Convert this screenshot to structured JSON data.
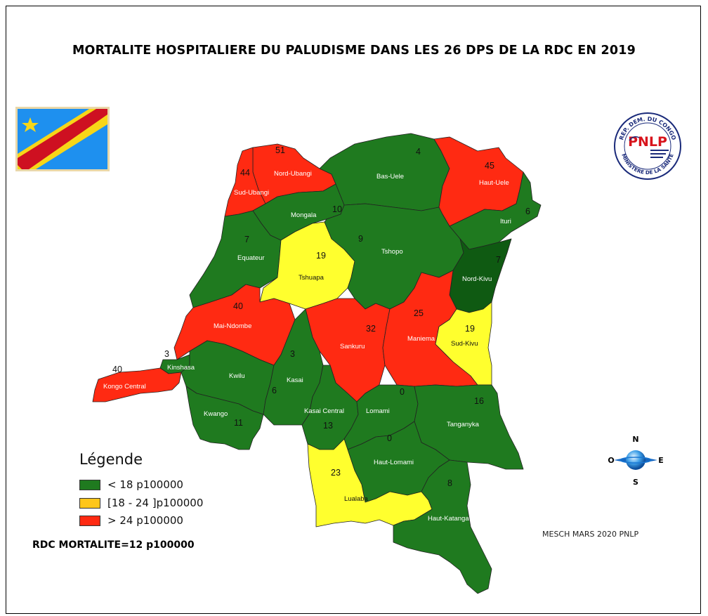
{
  "title": "MORTALITE HOSPITALIERE DU PALUDISME DANS LES 26 DPS DE LA RDC EN 2019",
  "colors": {
    "low": "#1f7a1f",
    "mid": "#ffff2e",
    "high": "#ff2a12",
    "dark": "#0f5a12"
  },
  "logo": {
    "text_top": "REP. DEM. DU CONGO",
    "text_bottom": "MINISTERE DE LA SANTE",
    "abbr": "PNLP"
  },
  "legend": {
    "title": "Légende",
    "items": [
      {
        "label": "< 18 p100000",
        "color": "#1f7a1f"
      },
      {
        "label": "[18 - 24 ]p100000",
        "color": "#ffc61a"
      },
      {
        "label": "> 24 p100000",
        "color": "#ff2a12"
      }
    ]
  },
  "national": "RDC MORTALITE=12 p100000",
  "credit": "MESCH MARS 2020 PNLP",
  "compass": {
    "n": "N",
    "s": "S",
    "e": "E",
    "o": "O"
  },
  "provinces": [
    {
      "name": "Nord-Ubangi",
      "value": "51",
      "class": "high"
    },
    {
      "name": "Sud-Ubangi",
      "value": "44",
      "class": "high"
    },
    {
      "name": "Bas-Uele",
      "value": "4",
      "class": "low"
    },
    {
      "name": "Haut-Uele",
      "value": "45",
      "class": "high"
    },
    {
      "name": "Ituri",
      "value": "6",
      "class": "low"
    },
    {
      "name": "Mongala",
      "value": "10",
      "class": "low"
    },
    {
      "name": "Equateur",
      "value": "7",
      "class": "low"
    },
    {
      "name": "Tshuapa",
      "value": "19",
      "class": "mid"
    },
    {
      "name": "Tshopo",
      "value": "9",
      "class": "low"
    },
    {
      "name": "Nord-Kivu",
      "value": "7",
      "class": "dark"
    },
    {
      "name": "Mai-Ndombe",
      "value": "40",
      "class": "high"
    },
    {
      "name": "Sankuru",
      "value": "32",
      "class": "high"
    },
    {
      "name": "Maniema",
      "value": "25",
      "class": "high"
    },
    {
      "name": "Sud-Kivu",
      "value": "19",
      "class": "mid"
    },
    {
      "name": "Kinshasa",
      "value": "3",
      "class": "low"
    },
    {
      "name": "Kongo Central",
      "value": "40",
      "class": "high"
    },
    {
      "name": "Kwilu",
      "value": "6",
      "class": "low"
    },
    {
      "name": "Kwango",
      "value": "11",
      "class": "low"
    },
    {
      "name": "Kasai",
      "value": "3",
      "class": "low"
    },
    {
      "name": "Kasai Central",
      "value": "13",
      "class": "low"
    },
    {
      "name": "Lomami",
      "value": "0",
      "class": "low"
    },
    {
      "name": "Tanganyka",
      "value": "16",
      "class": "low"
    },
    {
      "name": "Haut-Lomami",
      "value": "0",
      "class": "low"
    },
    {
      "name": "Lualaba",
      "value": "23",
      "class": "mid"
    },
    {
      "name": "Haut-Katanga",
      "value": "8",
      "class": "low"
    }
  ]
}
